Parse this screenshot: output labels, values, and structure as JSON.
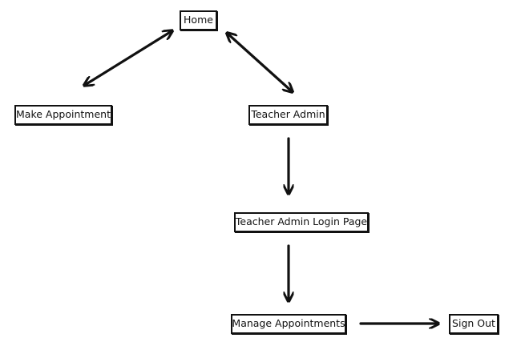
{
  "diagram": {
    "nodes": {
      "home": "Home",
      "make_appointment": "Make Appointment",
      "teacher_admin": "Teacher Admin",
      "teacher_admin_login": "Teacher Admin Login Page",
      "manage_appointments": "Manage Appointments",
      "sign_out": "Sign Out"
    },
    "edges": [
      {
        "from": "home",
        "to": "make_appointment",
        "direction": "both"
      },
      {
        "from": "home",
        "to": "teacher_admin",
        "direction": "both"
      },
      {
        "from": "teacher_admin",
        "to": "teacher_admin_login",
        "direction": "forward"
      },
      {
        "from": "teacher_admin_login",
        "to": "manage_appointments",
        "direction": "forward"
      },
      {
        "from": "manage_appointments",
        "to": "sign_out",
        "direction": "forward"
      }
    ],
    "line_color": "#111111"
  }
}
